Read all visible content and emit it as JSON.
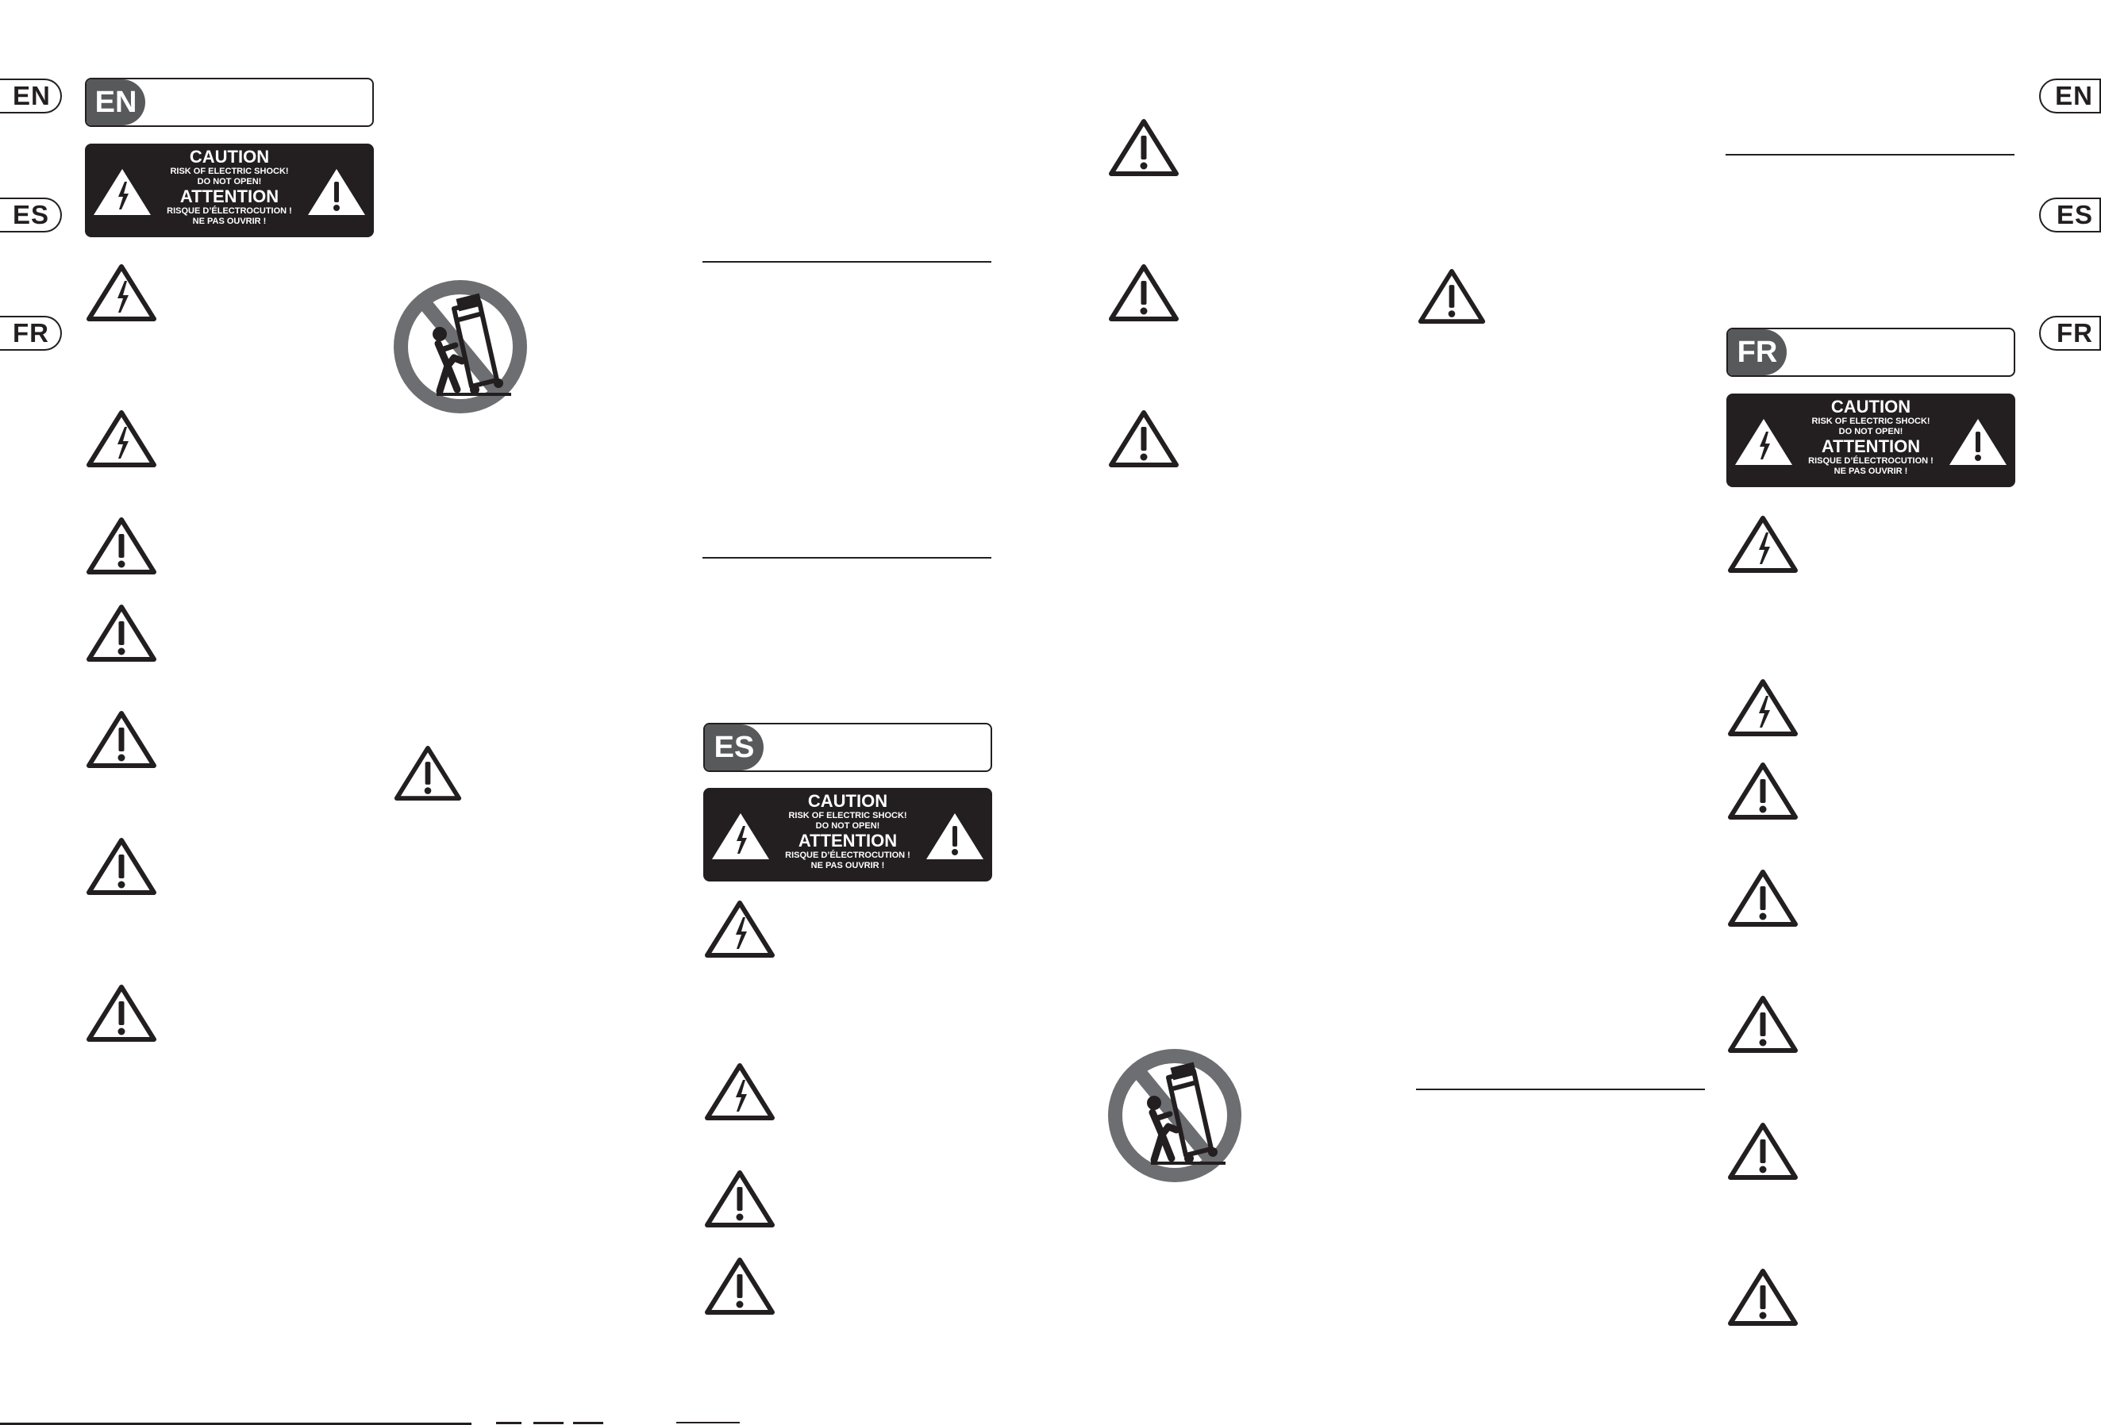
{
  "side_tabs": {
    "left": [
      "EN",
      "ES",
      "FR"
    ],
    "right": [
      "EN",
      "ES",
      "FR"
    ]
  },
  "sections": {
    "en": {
      "code": "EN"
    },
    "es": {
      "code": "ES"
    },
    "fr": {
      "code": "FR"
    }
  },
  "caution_label": {
    "caution": "CAUTION",
    "line1": "RISK OF ELECTRIC SHOCK!",
    "line2": "DO NOT OPEN!",
    "attention": "ATTENTION",
    "line3": "RISQUE D’ÉLECTROCUTION !",
    "line4": "NE PAS OUVRIR !"
  },
  "icons": {
    "shock": "electric-shock-warning-icon",
    "warning": "exclamation-warning-icon",
    "cart": "no-cart-tipover-icon"
  },
  "colors": {
    "ink": "#231f20",
    "code_bg": "#58595b",
    "cart_circle": "#6d6e71"
  }
}
